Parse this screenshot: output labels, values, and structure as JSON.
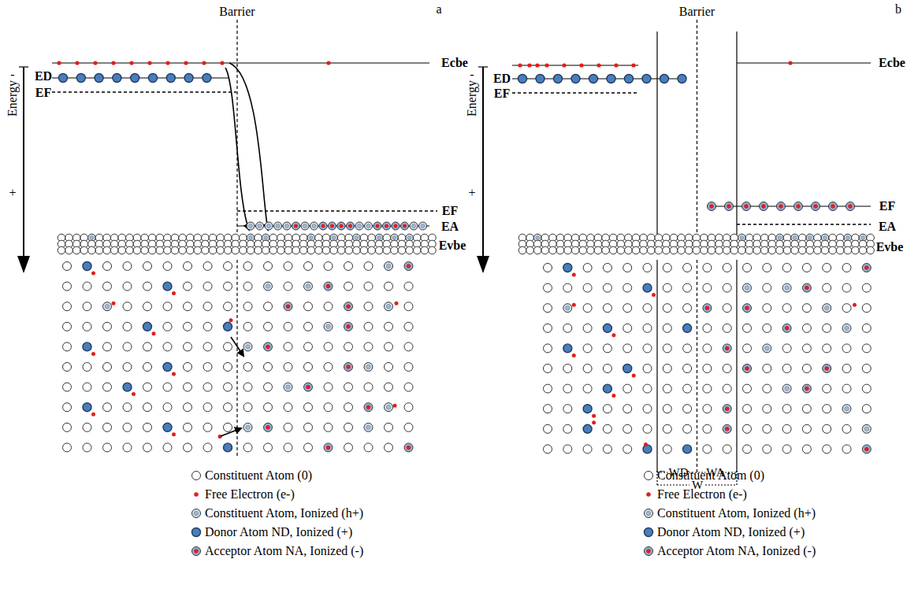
{
  "diagram": {
    "labels": [
      "Barrier",
      "a",
      "Energy",
      "-",
      "+",
      "ED",
      "EF",
      "Ecbe",
      "EF",
      "EA",
      "Evbe",
      "Barrier",
      "b",
      "Energy",
      "-",
      "+",
      "ED",
      "EF",
      "Ecbe",
      "EF",
      "EA",
      "Evbe",
      "WD",
      "WA",
      "W"
    ],
    "legend": [
      {
        "text": "Constituent Atom (0)"
      },
      {
        "text": "Free Electron (e-)"
      },
      {
        "text": "Constituent Atom, Ionized (h+)"
      },
      {
        "text": "Donor Atom ND, Ionized (+)"
      },
      {
        "text": "Acceptor Atom NA, Ionized (-)"
      },
      {
        "text": "Constituent Atom (0)"
      },
      {
        "text": "Free Electron (e-)"
      },
      {
        "text": "Constituent Atom, Ionized (h+)"
      },
      {
        "text": "Donor Atom ND, Ionized (+)"
      },
      {
        "text": "Acceptor Atom NA, Ionized (-)"
      }
    ]
  }
}
